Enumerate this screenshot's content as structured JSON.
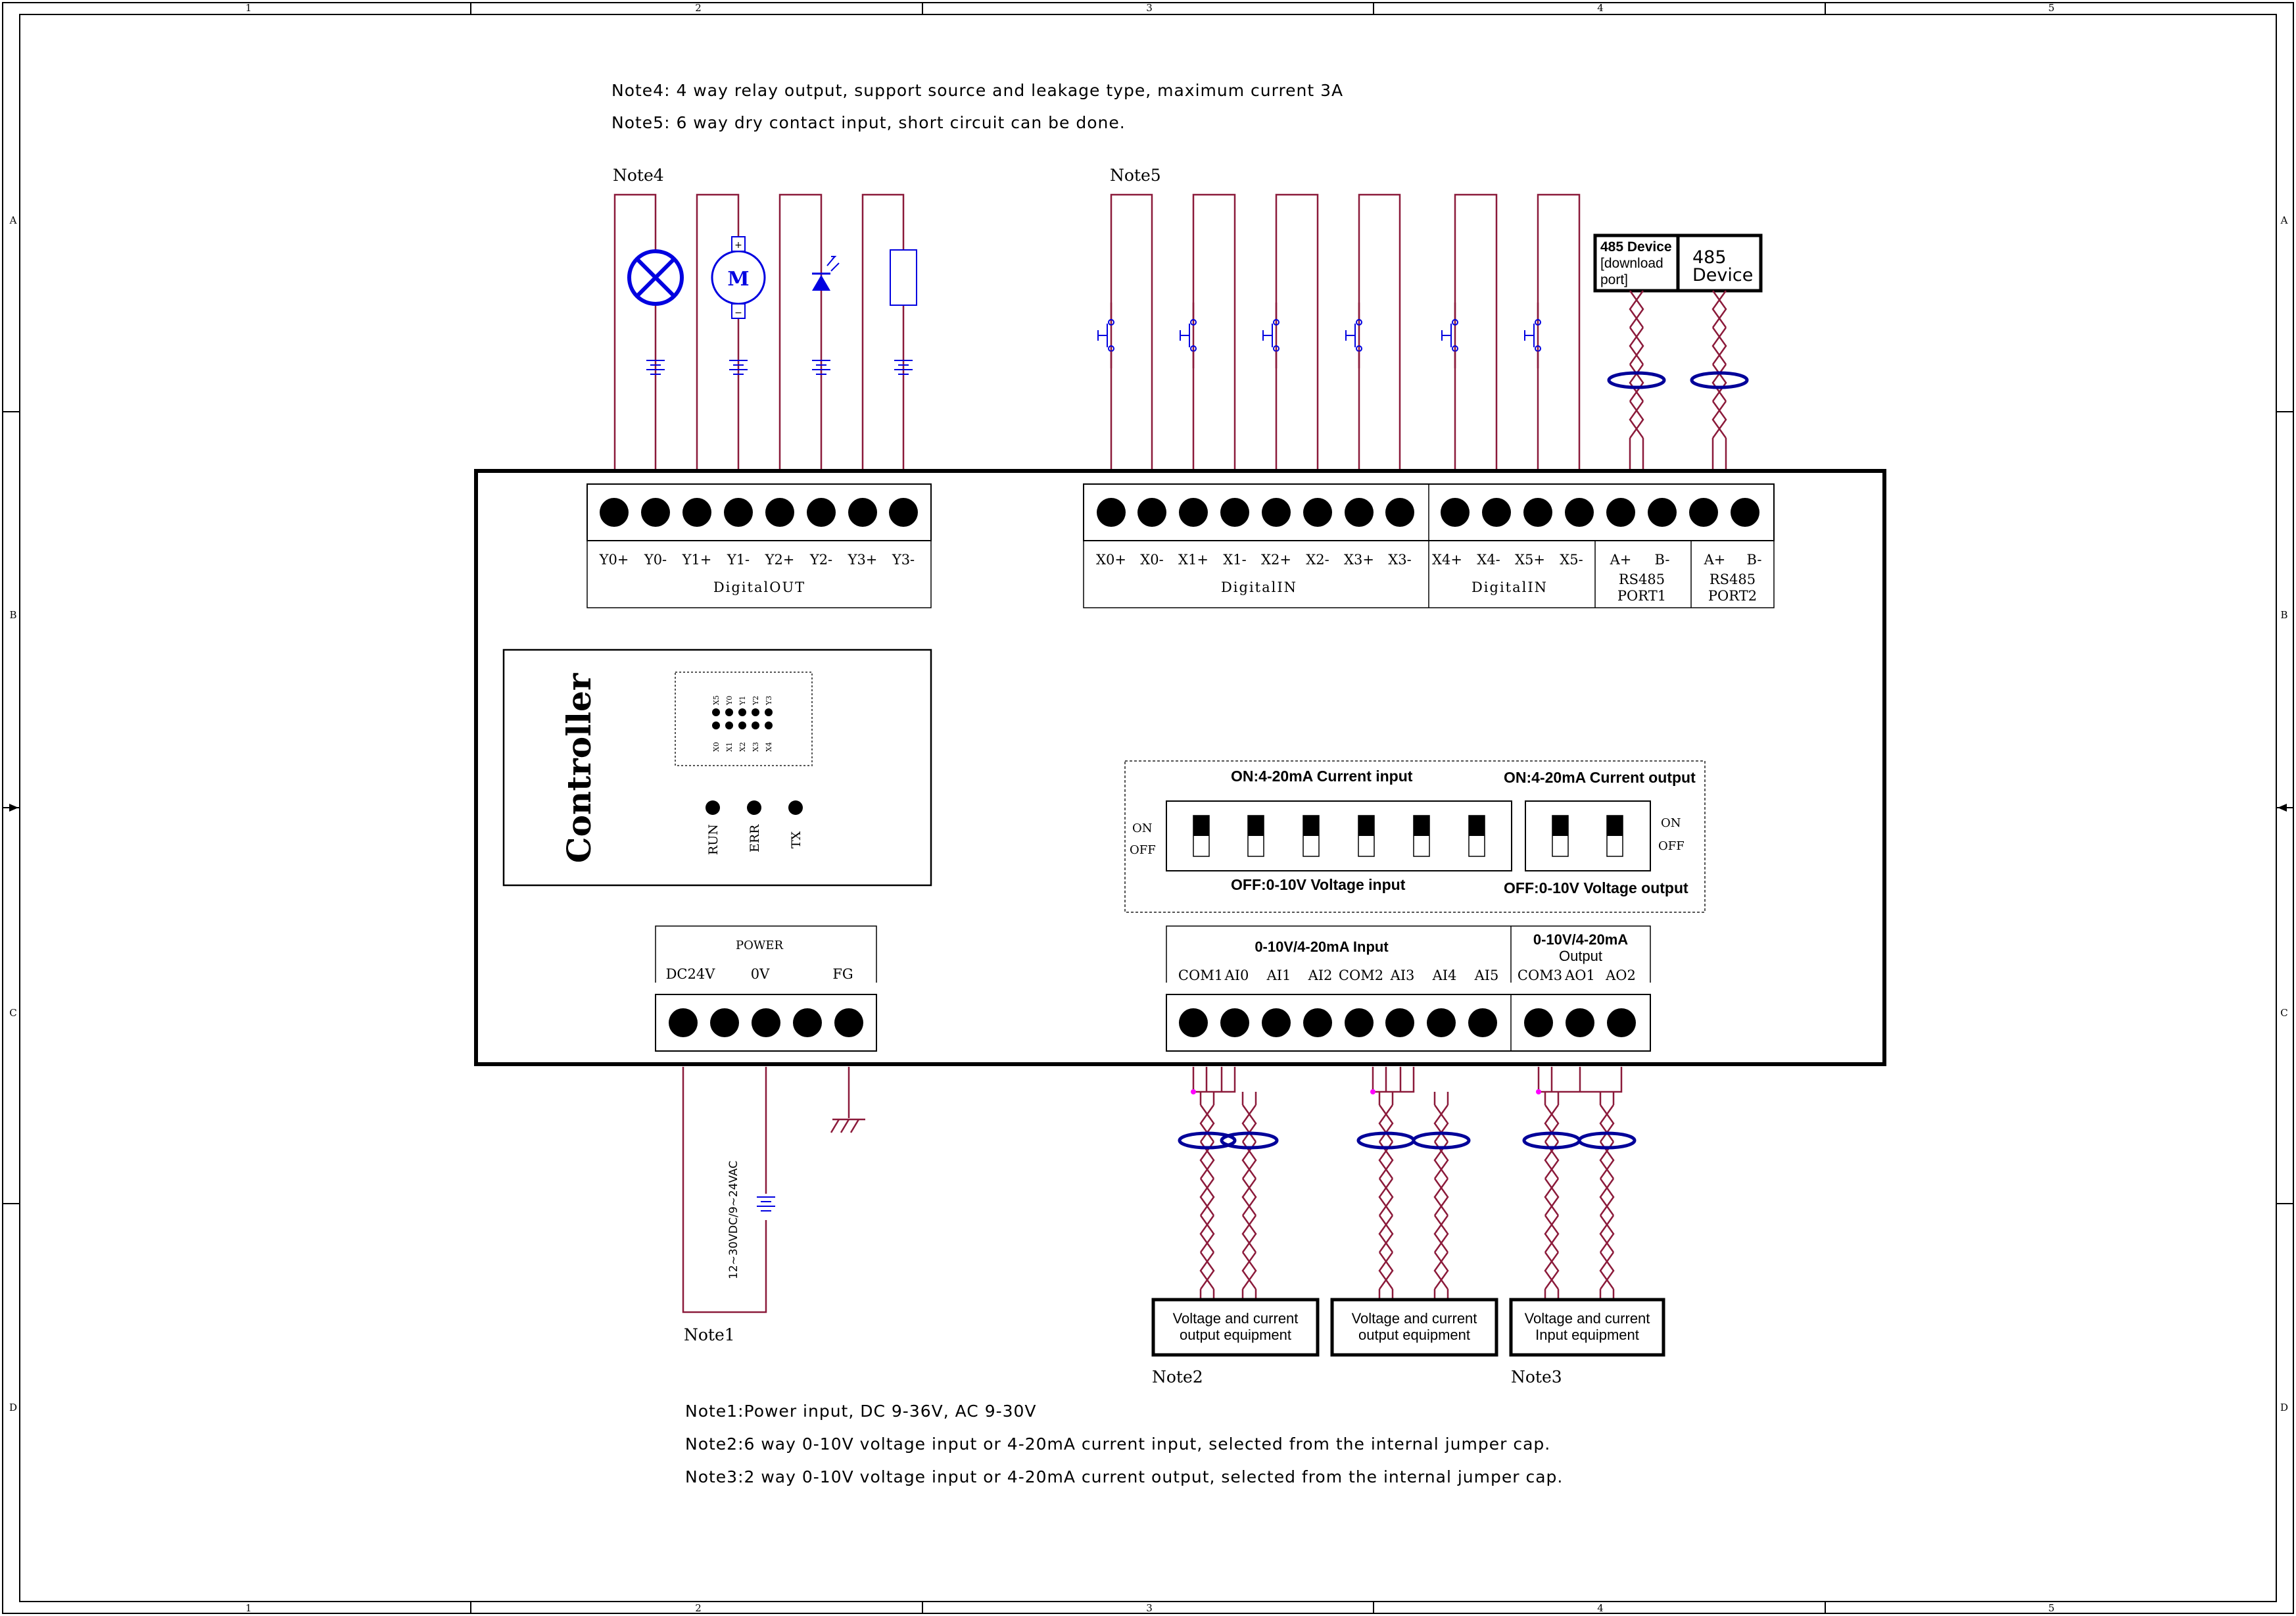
{
  "frame": {
    "col_markers": [
      "1",
      "2",
      "3",
      "4",
      "5"
    ],
    "row_markers": [
      "A",
      "B",
      "C",
      "D"
    ]
  },
  "notes_top": {
    "note4": "Note4: 4 way relay output, support source and leakage type, maximum current 3A",
    "note5": "Note5: 6 way dry contact input, short circuit can be done."
  },
  "notes_bottom": {
    "note1": "Note1:Power input, DC 9-36V, AC 9-30V",
    "note2": "Note2:6 way 0-10V voltage input or 4-20mA current input, selected from the internal jumper cap.",
    "note3": "Note3:2 way 0-10V voltage input or 4-20mA current output, selected from the internal jumper cap."
  },
  "tags": {
    "note1": "Note1",
    "note2": "Note2",
    "note3": "Note3",
    "note4": "Note4",
    "note5": "Note5"
  },
  "digital_out": {
    "title": "DigitalOUT",
    "pins": [
      "Y0+",
      "Y0-",
      "Y1+",
      "Y1-",
      "Y2+",
      "Y2-",
      "Y3+",
      "Y3-"
    ]
  },
  "digital_in_1": {
    "title": "DigitalIN",
    "pins": [
      "X0+",
      "X0-",
      "X1+",
      "X1-",
      "X2+",
      "X2-",
      "X3+",
      "X3-"
    ]
  },
  "digital_in_2": {
    "title": "DigitalIN",
    "pins": [
      "X4+",
      "X4-",
      "X5+",
      "X5-"
    ]
  },
  "rs485": {
    "port1": {
      "pins": [
        "A+",
        "B-"
      ],
      "label1": "RS485",
      "label2": "PORT1"
    },
    "port2": {
      "pins": [
        "A+",
        "B-"
      ],
      "label1": "RS485",
      "label2": "PORT2"
    }
  },
  "devices_485": {
    "dev1": [
      "485 Device",
      "[download",
      "port]"
    ],
    "dev2": [
      "485",
      "Device"
    ]
  },
  "controller": {
    "title": "Controller",
    "led_top": [
      "X5",
      "Y0",
      "Y1",
      "Y2",
      "Y3"
    ],
    "led_bottom": [
      "X0",
      "X1",
      "X2",
      "X3",
      "X4"
    ],
    "status": [
      "RUN",
      "ERR",
      "TX"
    ]
  },
  "dip": {
    "input_on": "ON:4-20mA Current input",
    "output_on": "ON:4-20mA Current output",
    "input_off": "OFF:0-10V  Voltage input",
    "output_off": "OFF:0-10V Voltage output",
    "on": "ON",
    "off": "OFF"
  },
  "power": {
    "title": "POWER",
    "pins": [
      "DC24V",
      "0V",
      "FG"
    ],
    "supply": "12~30VDC/9~24VAC"
  },
  "analog_in": {
    "title": "0-10V/4-20mA Input",
    "pins": [
      "COM1",
      "AI0",
      "AI1",
      "AI2",
      "COM2",
      "AI3",
      "AI4",
      "AI5"
    ]
  },
  "analog_out": {
    "title1": "0-10V/4-20mA",
    "title2": "Output",
    "pins": [
      "COM3",
      "AO1",
      "AO2"
    ]
  },
  "equipment": {
    "eq1": [
      "Voltage and current",
      "output equipment"
    ],
    "eq2": [
      "Voltage and current",
      "output equipment"
    ],
    "eq3": [
      "Voltage and current",
      "Input equipment"
    ]
  },
  "colors": {
    "wire": "#8b1a3a",
    "symbol": "#0000e0",
    "probe": "#ff00ff"
  }
}
